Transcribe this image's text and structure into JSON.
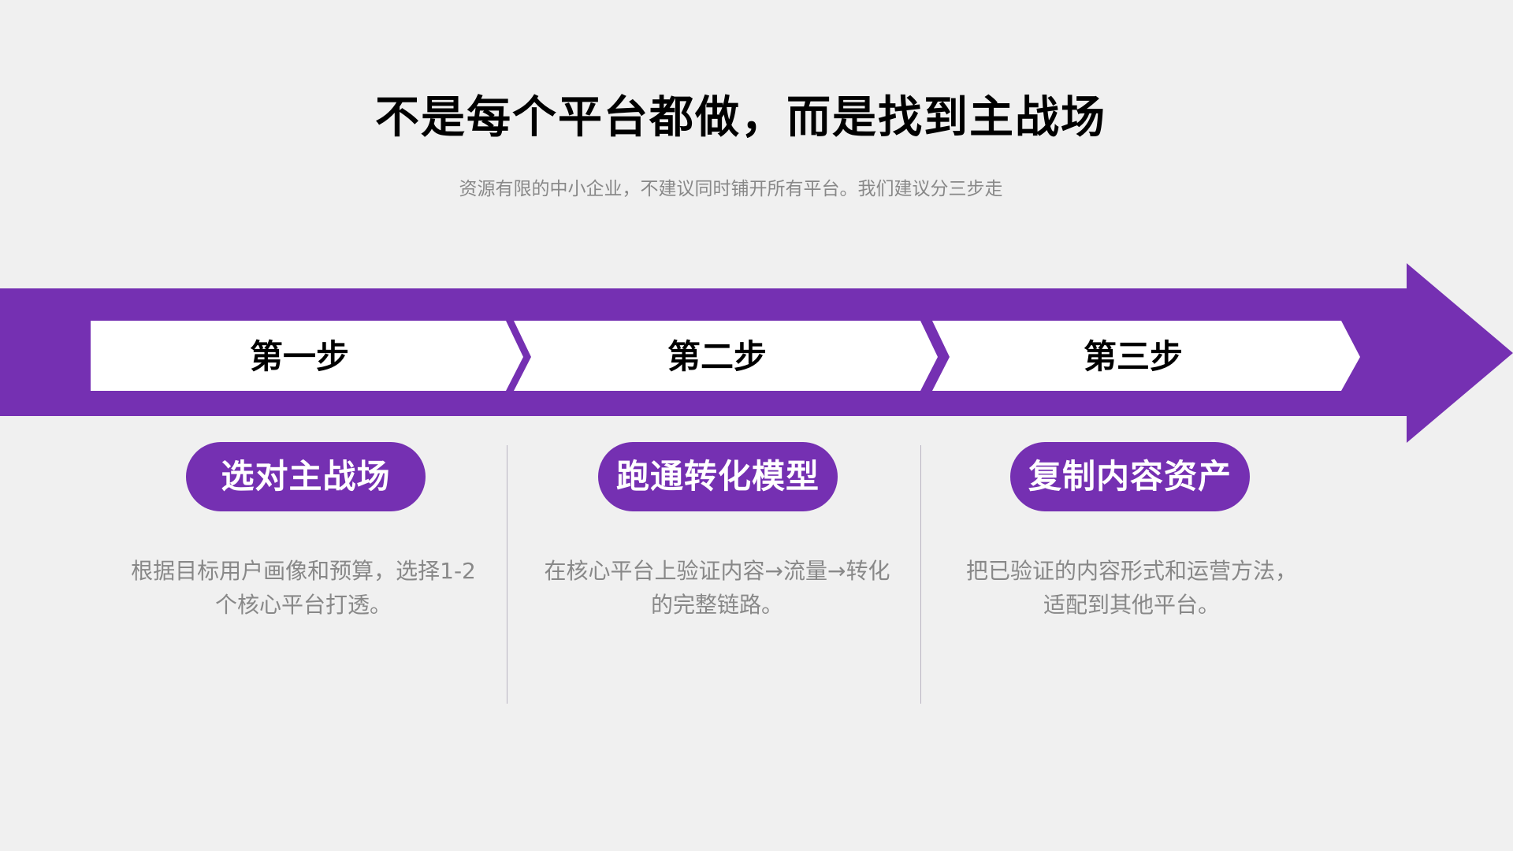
{
  "slide": {
    "title": "不是每个平台都做，而是找到主战场",
    "subtitle": "资源有限的中小企业，不建议同时铺开所有平台。我们建议分三步走"
  },
  "colors": {
    "background": "#f0f0f0",
    "accent": "#7530b2",
    "chevron_fill": "#ffffff",
    "title_text": "#000000",
    "body_text": "#888888",
    "divider": "#b9b4c2"
  },
  "steps": [
    {
      "label": "第一步",
      "heading": "选对主战场",
      "description": "根据目标用户画像和预算，选择1-2个核心平台打透。"
    },
    {
      "label": "第二步",
      "heading": "跑通转化模型",
      "description": "在核心平台上验证内容→流量→转化的完整链路。"
    },
    {
      "label": "第三步",
      "heading": "复制内容资产",
      "description": "把已验证的内容形式和运营方法，适配到其他平台。"
    }
  ]
}
